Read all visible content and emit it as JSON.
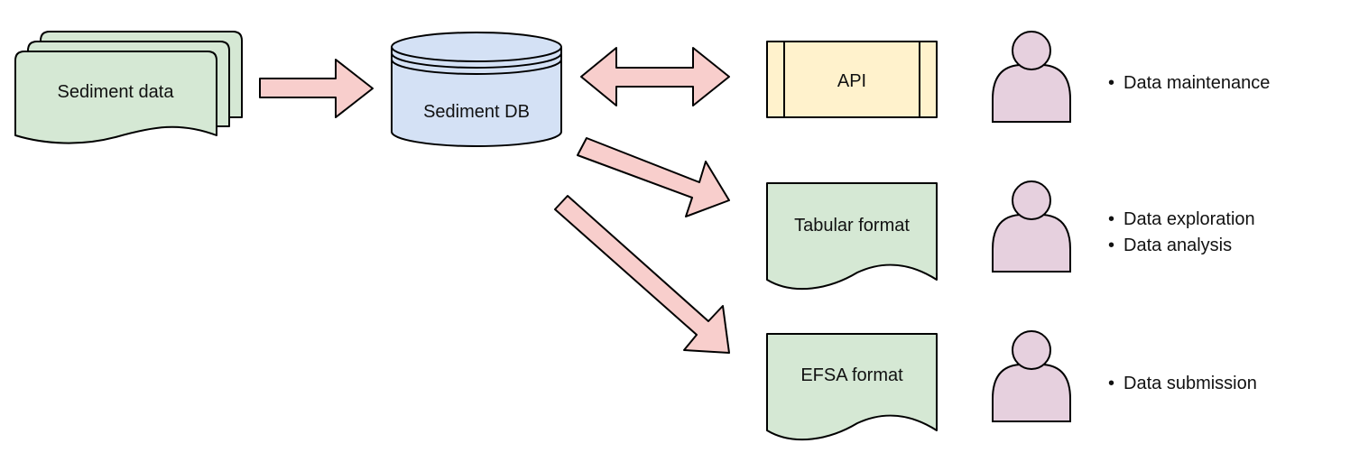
{
  "diagram": {
    "nodes": {
      "sediment_data": {
        "label": "Sediment data",
        "shape": "multi-document"
      },
      "sediment_db": {
        "label": "Sediment DB",
        "shape": "database-cylinder"
      },
      "api": {
        "label": "API",
        "shape": "process-box"
      },
      "tabular_format": {
        "label": "Tabular format",
        "shape": "document"
      },
      "efsa_format": {
        "label": "EFSA format",
        "shape": "document"
      }
    },
    "edges": [
      {
        "from": "sediment_data",
        "to": "sediment_db",
        "type": "single-arrow"
      },
      {
        "from": "sediment_db",
        "to": "api",
        "type": "double-arrow"
      },
      {
        "from": "sediment_db",
        "to": "tabular_format",
        "type": "single-arrow"
      },
      {
        "from": "sediment_db",
        "to": "efsa_format",
        "type": "single-arrow"
      }
    ],
    "users": [
      {
        "icon": "person-icon",
        "bullets": [
          "Data maintenance"
        ]
      },
      {
        "icon": "person-icon",
        "bullets": [
          "Data exploration",
          "Data analysis"
        ]
      },
      {
        "icon": "person-icon",
        "bullets": [
          "Data submission"
        ]
      }
    ],
    "bullet_glyph": "•"
  },
  "colors": {
    "document_fill": "#d5e8d4",
    "database_fill": "#d4e1f5",
    "api_fill": "#fff2cc",
    "arrow_fill": "#f8cecc",
    "person_fill": "#e6d0de",
    "stroke": "#000000",
    "text": "#111111"
  }
}
